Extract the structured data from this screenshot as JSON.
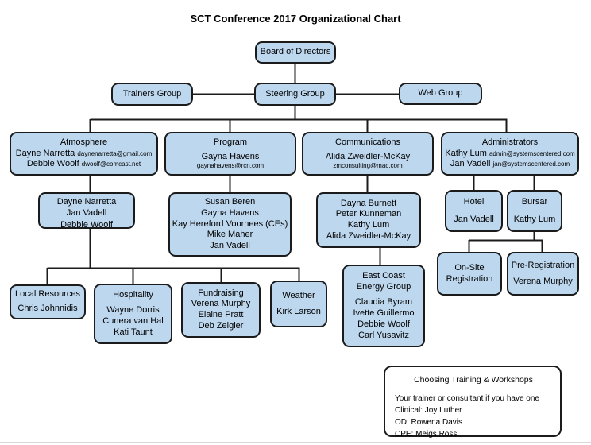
{
  "title": "SCT Conference 2017 Organizational Chart",
  "colors": {
    "box_fill": "#bdd7ee",
    "box_border": "#1b1b1b",
    "connector": "#1b1b1b",
    "note_fill": "#ffffff"
  },
  "nodes": {
    "board": {
      "label": "Board of Directors"
    },
    "trainers": {
      "label": "Trainers Group"
    },
    "steering": {
      "label": "Steering Group"
    },
    "web": {
      "label": "Web Group"
    },
    "atmosphere": {
      "title": "Atmosphere",
      "leads": [
        {
          "name": "Dayne Narretta",
          "email": "daynenarretta@gmail.com"
        },
        {
          "name": "Debbie Woolf",
          "email": "dwoolf@comcast.net"
        }
      ]
    },
    "program": {
      "title": "Program",
      "lead": "Gayna Havens",
      "email": "gaynahavens@rcn.com"
    },
    "communications": {
      "title": "Communications",
      "lead": "Alida Zweidler-McKay",
      "email": "zmconsulting@mac.com"
    },
    "administrators": {
      "title": "Administrators",
      "leads": [
        {
          "name": "Kathy Lum",
          "email": "admin@systemscentered.com"
        },
        {
          "name": "Jan Vadell",
          "email": "jan@systemscentered.com"
        }
      ]
    },
    "atmosphere_team": {
      "members": [
        "Dayne Narretta",
        "Jan Vadell",
        "Debbie Woolf"
      ]
    },
    "program_team": {
      "members": [
        "Susan Beren",
        "Gayna Havens",
        "Kay Hereford Voorhees (CEs)",
        "Mike Maher",
        "Jan Vadell"
      ]
    },
    "communications_team": {
      "members": [
        "Dayna Burnett",
        "Peter Kunneman",
        "Kathy Lum",
        "Alida Zweidler-McKay"
      ]
    },
    "hotel": {
      "title": "Hotel",
      "member": "Jan Vadell"
    },
    "bursar": {
      "title": "Bursar",
      "member": "Kathy Lum"
    },
    "east_coast": {
      "title_line1": "East Coast",
      "title_line2": "Energy Group",
      "members": [
        "Claudia Byram",
        "Ivette Guillermo",
        "Debbie Woolf",
        "Carl Yusavitz"
      ]
    },
    "onsite": {
      "title_line1": "On-Site",
      "title_line2": "Registration"
    },
    "prereg": {
      "title": "Pre-Registration",
      "member": "Verena Murphy"
    },
    "local_resources": {
      "title": "Local Resources",
      "member": "Chris Johnnidis"
    },
    "hospitality": {
      "title": "Hospitality",
      "members": [
        "Wayne Dorris",
        "Cunera van Hal",
        "Kati Taunt"
      ]
    },
    "fundraising": {
      "title": "Fundraising",
      "members": [
        "Verena Murphy",
        "Elaine Pratt",
        "Deb Zeigler"
      ]
    },
    "weather": {
      "title": "Weather",
      "member": "Kirk Larson"
    }
  },
  "note": {
    "title": "Choosing Training & Workshops",
    "lines": [
      "Your trainer or consultant if you have one",
      "Clinical: Joy Luther",
      "OD: Rowena Davis",
      "CPE: Meigs Ross"
    ]
  }
}
